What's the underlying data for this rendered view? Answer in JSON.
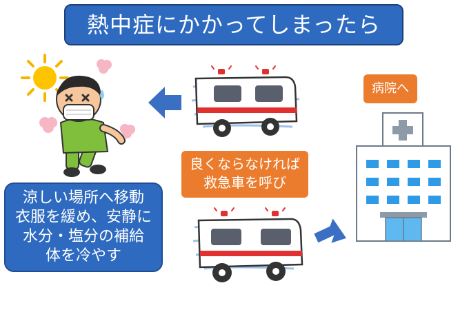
{
  "title": "熱中症にかかってしまったら",
  "first_aid": {
    "lines": [
      "涼しい場所へ移動",
      "衣服を緩め、安静に",
      "水分・塩分の補給",
      "体を冷やす"
    ]
  },
  "call": {
    "lines": [
      "良くならなければ",
      "救急車を呼び"
    ]
  },
  "hospital_label": "病院へ",
  "colors": {
    "title_bg": "#2e6bc0",
    "orange": "#ec7c2d",
    "arrow": "#3a6fc4"
  },
  "icons": {
    "sun": "sun-icon",
    "patient": "patient-illustration",
    "ambulance": "ambulance-icon",
    "hospital": "hospital-icon"
  }
}
